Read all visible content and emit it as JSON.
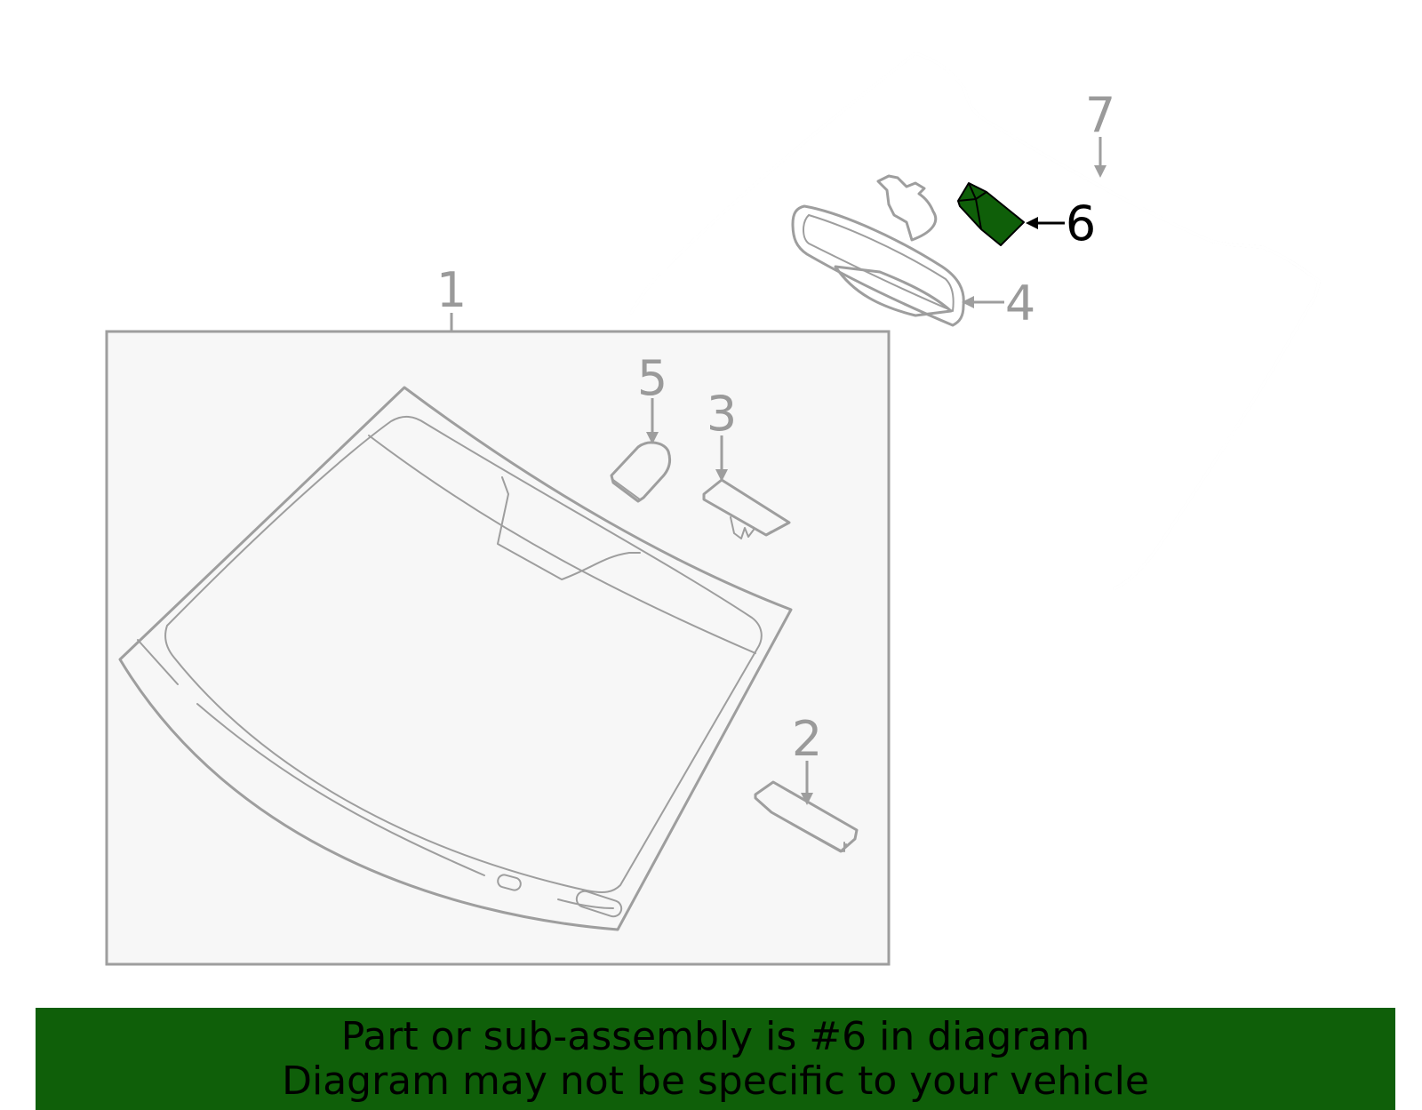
{
  "diagram": {
    "callouts": [
      {
        "id": "1",
        "label": "1",
        "highlighted": false
      },
      {
        "id": "2",
        "label": "2",
        "highlighted": false
      },
      {
        "id": "3",
        "label": "3",
        "highlighted": false
      },
      {
        "id": "4",
        "label": "4",
        "highlighted": false
      },
      {
        "id": "5",
        "label": "5",
        "highlighted": false
      },
      {
        "id": "6",
        "label": "6",
        "highlighted": true
      },
      {
        "id": "7",
        "label": "7",
        "highlighted": false
      }
    ],
    "colors": {
      "line": "#9e9e9e",
      "highlight_part": "#0f5f09",
      "highlight_label": "#000000",
      "panel_fill": "#f7f7f7",
      "banner_bg": "#0f5f09"
    }
  },
  "banner": {
    "line1": "Part or sub-assembly is #6 in diagram",
    "line2": "Diagram may not be specific to your vehicle"
  }
}
